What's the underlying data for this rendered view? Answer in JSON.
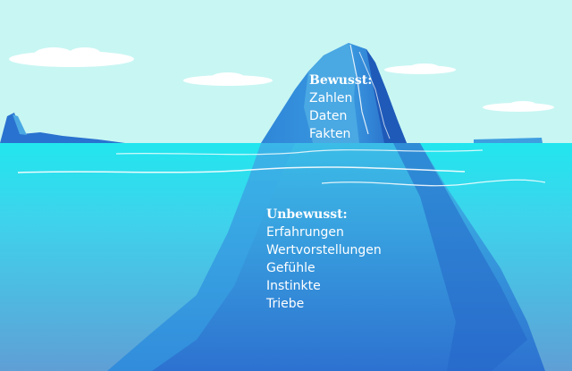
{
  "conscious": {
    "heading": "Bewusst:",
    "items": [
      "Zahlen",
      "Daten",
      "Fakten"
    ]
  },
  "unconscious": {
    "heading": "Unbewusst:",
    "items": [
      "Erfahrungen",
      "Wertvorstellungen",
      "Gefühle",
      "Instinkte",
      "Triebe"
    ]
  },
  "colors": {
    "sky": "#c8f6f3",
    "water_surface": "#22e6ee",
    "water_deep": "#5f9fd6",
    "ice_light": "#4aa8e3",
    "ice_dark": "#2a72cf",
    "text": "#ffffff"
  }
}
